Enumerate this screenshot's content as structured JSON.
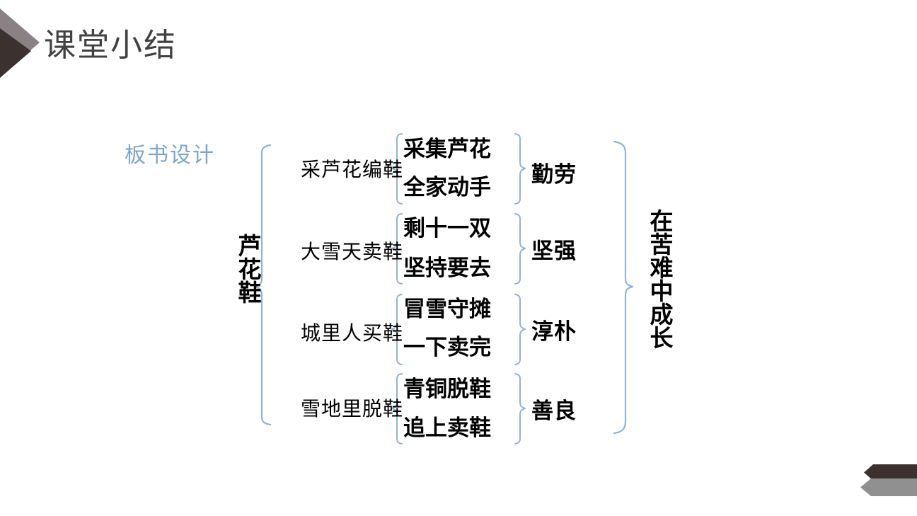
{
  "slide": {
    "title": "课堂小结",
    "board_label": "板书设计",
    "title_color": "#414141",
    "board_label_color": "#7ca7ca",
    "brace_color": "#8fb4d4",
    "background_color": "#ffffff"
  },
  "decorations": {
    "top_left": {
      "icon": "double-arrow-right-icon",
      "dark_color": "#3b3230",
      "light_color": "#8a8184"
    },
    "bottom_right": {
      "icon": "double-chevron-left-icon",
      "dark_color": "#3b3230",
      "light_color": "#909090"
    }
  },
  "diagram": {
    "root": "芦花鞋",
    "conclusion": "在苦难中成长",
    "branches": [
      {
        "label": "采芦花编鞋",
        "details": [
          "采集芦花",
          "全家动手"
        ],
        "trait": "勤劳"
      },
      {
        "label": "大雪天卖鞋",
        "details": [
          "剩十一双",
          "坚持要去"
        ],
        "trait": "坚强"
      },
      {
        "label": "城里人买鞋",
        "details": [
          "冒雪守摊",
          "一下卖完"
        ],
        "trait": "淳朴"
      },
      {
        "label": "雪地里脱鞋",
        "details": [
          "青铜脱鞋",
          "追上卖鞋"
        ],
        "trait": "善良"
      }
    ]
  }
}
